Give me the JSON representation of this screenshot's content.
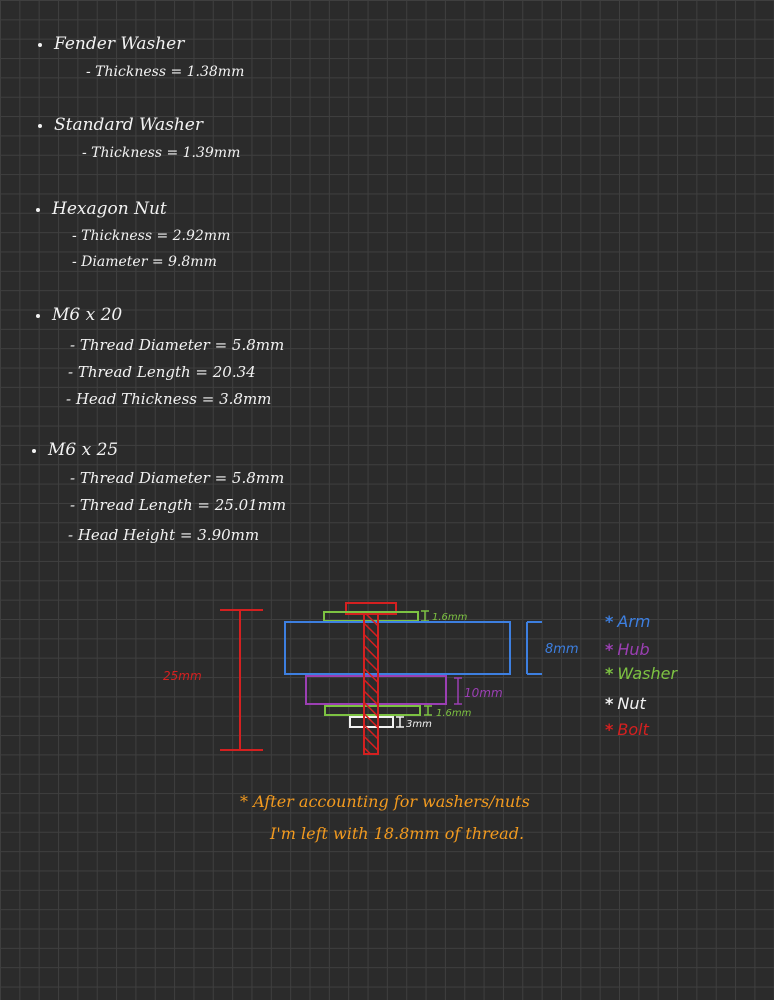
{
  "notes": {
    "fender_washer": {
      "title": "Fender Washer",
      "thickness": "- Thickness = 1.38mm"
    },
    "standard_washer": {
      "title": "Standard Washer",
      "thickness": "- Thickness = 1.39mm"
    },
    "hexagon_nut": {
      "title": "Hexagon Nut",
      "thickness": "- Thickness = 2.92mm",
      "diameter": "- Diameter = 9.8mm"
    },
    "m6x20": {
      "title": "M6 x 20",
      "thread_diameter": "- Thread Diameter = 5.8mm",
      "thread_length": "- Thread Length = 20.34",
      "head_thickness": "- Head Thickness = 3.8mm"
    },
    "m6x25": {
      "title": "M6 x 25",
      "thread_diameter": "- Thread Diameter = 5.8mm",
      "thread_length": "- Thread Length = 25.01mm",
      "head_height": "- Head Height = 3.90mm"
    }
  },
  "diagram": {
    "bolt_length_label": "25mm",
    "arm_thickness_label": "8mm",
    "hub_thickness_label": "10mm",
    "top_washer_label": "1.6mm",
    "bottom_washer_label": "1.6mm",
    "nut_label": "3mm",
    "colors": {
      "arm": "#3d7fe0",
      "hub": "#9b3fb3",
      "washer": "#7dc242",
      "nut": "#f2f2f2",
      "bolt": "#d42020",
      "note": "#f29a1f"
    }
  },
  "legend": [
    {
      "star": "*",
      "label": "Arm",
      "color": "#3d7fe0"
    },
    {
      "star": "*",
      "label": "Hub",
      "color": "#9b3fb3"
    },
    {
      "star": "*",
      "label": "Washer",
      "color": "#7dc242"
    },
    {
      "star": "*",
      "label": "Nut",
      "color": "#f2f2f2"
    },
    {
      "star": "*",
      "label": "Bolt",
      "color": "#d42020"
    }
  ],
  "footnote": {
    "line1": "* After accounting for washers/nuts",
    "line2": "I'm left with 18.8mm of thread."
  }
}
